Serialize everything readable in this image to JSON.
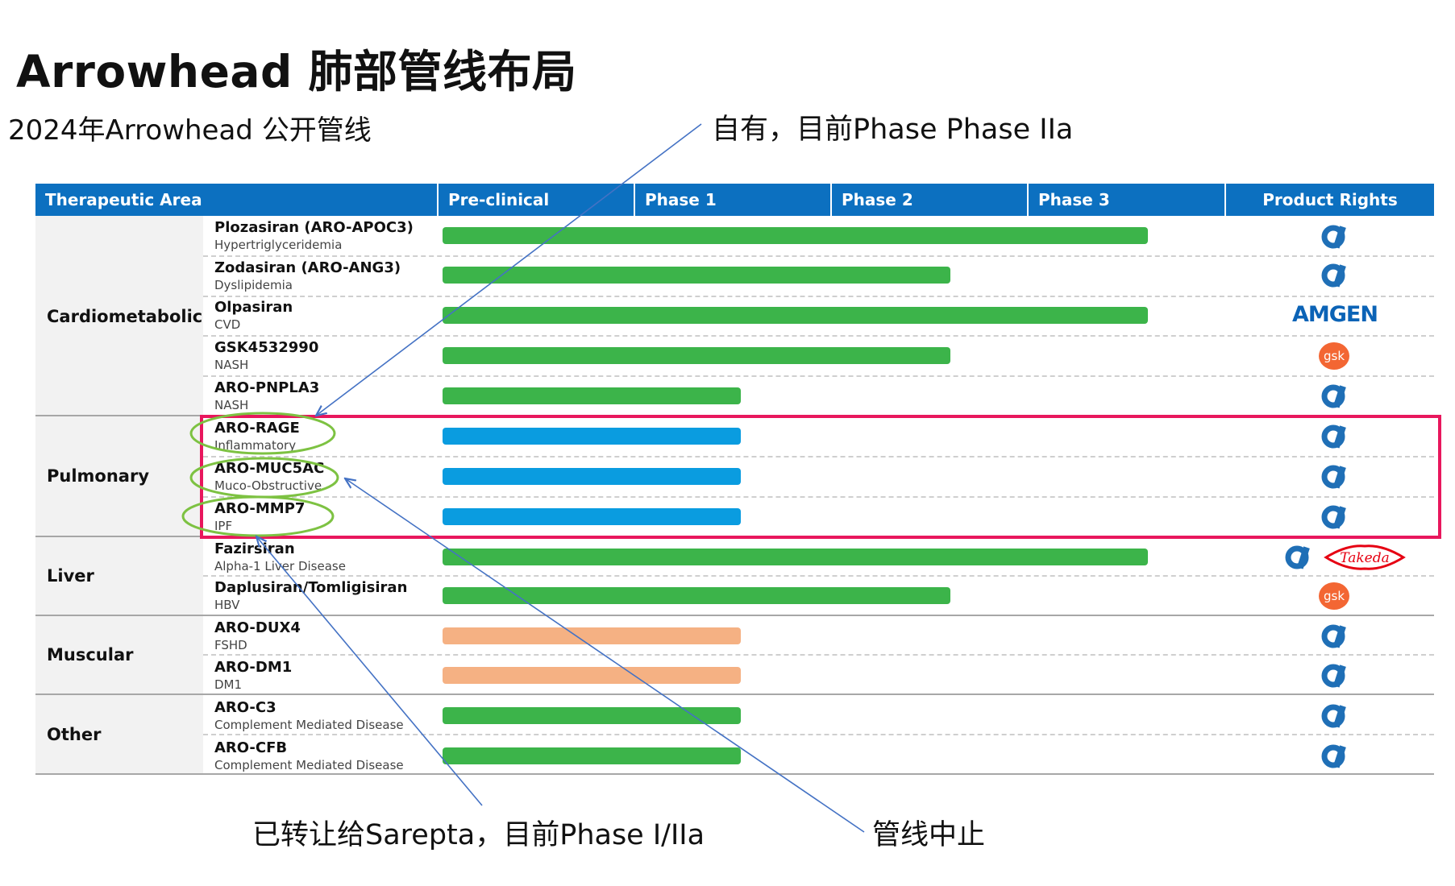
{
  "title": "Arrowhead 肺部管线布局",
  "subtitle": "2024年Arrowhead 公开管线",
  "annotations": {
    "own": "自有，目前Phase Phase IIa",
    "sarepta": "已转让给Sarepta，目前Phase I/IIa",
    "stopped": "管线中止"
  },
  "headers": {
    "area": "Therapeutic Area",
    "preclinical": "Pre-clinical",
    "phase1": "Phase 1",
    "phase2": "Phase 2",
    "phase3": "Phase 3",
    "rights": "Product Rights"
  },
  "areas": [
    "Cardiometabolic",
    "Pulmonary",
    "Liver",
    "Muscular",
    "Other"
  ],
  "drugs": [
    {
      "name": "Plozasiran (ARO-APOC3)",
      "indication": "Hypertriglyceridemia",
      "stage": "phase3",
      "status": "green",
      "rights": [
        "arrowhead"
      ]
    },
    {
      "name": "Zodasiran (ARO-ANG3)",
      "indication": "Dyslipidemia",
      "stage": "phase2",
      "status": "green",
      "rights": [
        "arrowhead"
      ]
    },
    {
      "name": "Olpasiran",
      "indication": "CVD",
      "stage": "phase3",
      "status": "green",
      "rights": [
        "amgen"
      ]
    },
    {
      "name": "GSK4532990",
      "indication": "NASH",
      "stage": "phase2",
      "status": "green",
      "rights": [
        "gsk"
      ]
    },
    {
      "name": "ARO-PNPLA3",
      "indication": "NASH",
      "stage": "phase1",
      "status": "green",
      "rights": [
        "arrowhead"
      ]
    },
    {
      "name": "ARO-RAGE",
      "indication": "Inflammatory",
      "stage": "phase1",
      "status": "blue",
      "rights": [
        "arrowhead"
      ]
    },
    {
      "name": "ARO-MUC5AC",
      "indication": "Muco-Obstructive",
      "stage": "phase1",
      "status": "blue",
      "rights": [
        "arrowhead"
      ]
    },
    {
      "name": "ARO-MMP7",
      "indication": "IPF",
      "stage": "phase1",
      "status": "blue",
      "rights": [
        "arrowhead"
      ]
    },
    {
      "name": "Fazirsiran",
      "indication": "Alpha-1 Liver Disease",
      "stage": "phase3",
      "status": "green",
      "rights": [
        "arrowhead",
        "takeda"
      ]
    },
    {
      "name": "Daplusiran/Tomligisiran",
      "indication": "HBV",
      "stage": "phase2",
      "status": "green",
      "rights": [
        "gsk"
      ]
    },
    {
      "name": "ARO-DUX4",
      "indication": "FSHD",
      "stage": "phase1",
      "status": "peach",
      "rights": [
        "arrowhead"
      ]
    },
    {
      "name": "ARO-DM1",
      "indication": "DM1",
      "stage": "phase1",
      "status": "peach",
      "rights": [
        "arrowhead"
      ]
    },
    {
      "name": "ARO-C3",
      "indication": "Complement Mediated Disease",
      "stage": "phase1",
      "status": "green",
      "rights": [
        "arrowhead"
      ]
    },
    {
      "name": "ARO-CFB",
      "indication": "Complement Mediated Disease",
      "stage": "phase1",
      "status": "green",
      "rights": [
        "arrowhead"
      ]
    }
  ],
  "rights_labels": {
    "amgen": "AMGEN",
    "gsk": "gsk",
    "takeda": "Takeda"
  },
  "colors": {
    "header": "#0c70c0",
    "green": "#3cb44a",
    "blue": "#0a9ce0",
    "peach": "#f5b183",
    "highlight_box": "#e8175d",
    "circle": "#7dc242",
    "arrow": "#4472c4",
    "arrowhead_logo": "#1f6fb6",
    "gsk": "#f36633",
    "takeda": "#e60012"
  }
}
